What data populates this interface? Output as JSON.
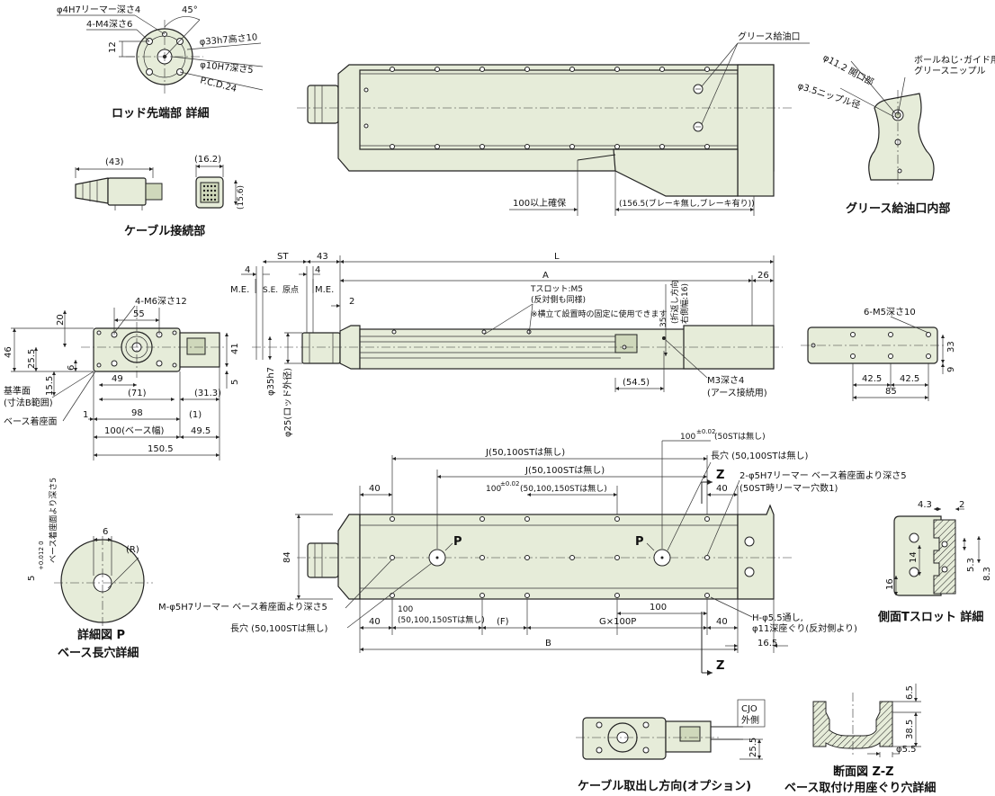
{
  "rod_end": {
    "title": "ロッド先端部 詳細",
    "reamer": "φ4H7リーマー深さ4",
    "m4": "4-M4深さ6",
    "angle": "45°",
    "dim12": "12",
    "phi33": "φ33h7高さ10",
    "phi10": "φ10H7深さ5",
    "pcd": "P.C.D.24"
  },
  "cable_connection": {
    "title": "ケーブル接続部",
    "d43": "(43)",
    "d162": "(16.2)",
    "d156": "(15.6)"
  },
  "top_view": {
    "grease_port": "グリース給油口",
    "secure100": "100以上確保",
    "d1565": "(156.5(ブレーキ無し,ブレーキ有り))"
  },
  "grease_detail": {
    "title": "グリース給油口内部",
    "ball_screw": "ボールねじ･ガイド用",
    "nipple": "グリースニップル",
    "phi112": "φ11.2 開口部",
    "phi35": "φ3.5ニップル径"
  },
  "front_view": {
    "d4a": "4",
    "st": "ST",
    "d43": "43",
    "L": "L",
    "me1": "M.E.",
    "se": "S.E.",
    "origin": "原点",
    "d4b": "4",
    "me2": "M.E.",
    "A": "A",
    "d26": "26",
    "d2": "2",
    "tslot": "Tスロット:M5",
    "tslot_rev": "(反対側も同様)",
    "tslot_note": "※横立て設置時の固定に使用できます",
    "fold": "(折返し方向",
    "fold2": "右側幅:16)",
    "d35": "35",
    "phi35h7": "φ35h7",
    "phi25": "φ25(ロッド外径)",
    "d545": "(54.5)",
    "m3": "M3深さ4",
    "ground": "(アース接続用)"
  },
  "end_view": {
    "m6": "4-M6深さ12",
    "d55": "55",
    "d20": "20",
    "d46": "46",
    "d255": "25.5",
    "d6": "6",
    "d155": "15.5",
    "d49": "49",
    "d71": "(71)",
    "d313": "(31.3)",
    "d41": "41",
    "d5": "5",
    "ref_face": "基準面",
    "ref_range": "(寸法B範囲)",
    "base_face": "ベース着座面",
    "d1": "1",
    "d98": "98",
    "d1p": "(1)",
    "d100": "100(ベース幅)",
    "d495": "49.5",
    "d1505": "150.5"
  },
  "side_right": {
    "m5": "6-M5深さ10",
    "d33": "33",
    "d9": "9",
    "d425a": "42.5",
    "d425b": "42.5",
    "d85": "85"
  },
  "bottom_view": {
    "j1": "J(50,100STは無し)",
    "j2": "J(50,100STは無し)",
    "tol100": "100",
    "tol100_sup": "±0.02",
    "tol100_note": "(50STは無し)",
    "long_hole": "長穴 (50,100STは無し)",
    "z_top": "Z",
    "reamer2": "2-φ5H7リーマー ベース着座面より深さ5",
    "reamer2_note": "(50ST時リーマー穴数1)",
    "d40a": "40",
    "d100b": "100",
    "d100b_sup": "±0.02",
    "d100b_note": "(50,100,150STは無し)",
    "d40b": "40",
    "p1": "P",
    "p2": "P",
    "d84": "84",
    "m_reamer": "M-φ5H7リーマー ベース着座面より深さ5",
    "long_hole2": "長穴 (50,100STは無し)",
    "d100c": "100",
    "d100c_note": "(50,100,150STは無し)",
    "F": "(F)",
    "G": "G×100P",
    "d100d": "100",
    "d40c": "40",
    "d40d": "40",
    "B": "B",
    "d165": "16.5",
    "h_hole": "H-φ5.5通し,",
    "h_hole2": "φ11深座ぐり(反対側より)",
    "z_bottom": "Z"
  },
  "detail_p": {
    "title": "詳細図 P",
    "subtitle": "ベース長穴詳細",
    "d6": "6",
    "R": "(R)",
    "depth": "5",
    "depth_tol": "+0.012 0",
    "depth_note": "ベース着座面より深さ5"
  },
  "tslot_detail": {
    "title": "側面Tスロット 詳細",
    "d43": "4.3",
    "d2": "2",
    "d14": "14",
    "d16": "16",
    "d53": "5.3",
    "d83": "8.3"
  },
  "cable_option": {
    "title": "ケーブル取出し方向(オプション)",
    "cjo": "CJO",
    "outside": "外側",
    "d255": "25.5"
  },
  "section_zz": {
    "title": "断面図 Z-Z",
    "subtitle": "ベース取付け用座ぐり穴詳細",
    "d65": "6.5",
    "d385": "38.5",
    "phi55": "φ5.5"
  }
}
